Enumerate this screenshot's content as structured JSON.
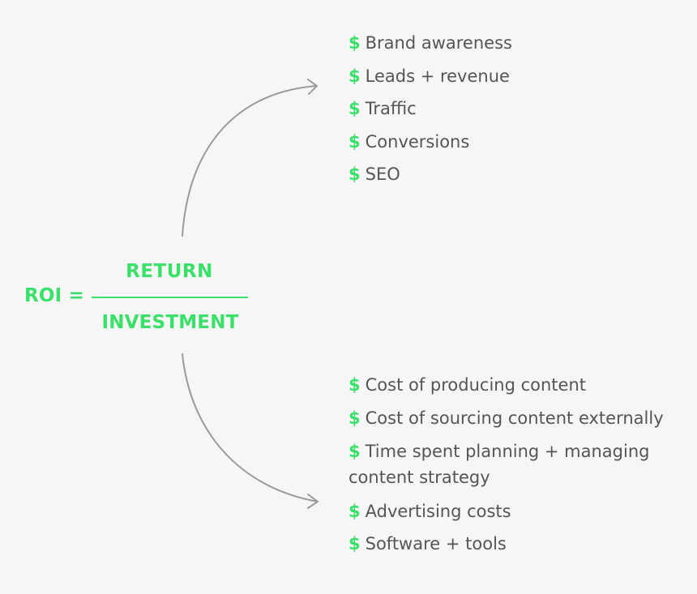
{
  "formula": {
    "lhs": "ROI =",
    "numerator": "RETURN",
    "denominator": "INVESTMENT"
  },
  "returns": {
    "bullet": "$",
    "items": [
      "Brand awareness",
      "Leads + revenue",
      "Traffic",
      "Conversions",
      "SEO"
    ]
  },
  "investment": {
    "bullet": "$",
    "items": [
      "Cost of producing content",
      "Cost of sourcing content externally",
      "Time spent planning + managing content strategy",
      "Advertising costs",
      "Software + tools"
    ]
  },
  "colors": {
    "accent": "#3be06a",
    "text": "#555555",
    "arrow": "#9a9a9a",
    "background": "#f6f6f6"
  },
  "icons": {
    "bullet": "dollar-icon",
    "arrows": [
      "curved-arrow-up-right-icon",
      "curved-arrow-down-right-icon"
    ]
  }
}
